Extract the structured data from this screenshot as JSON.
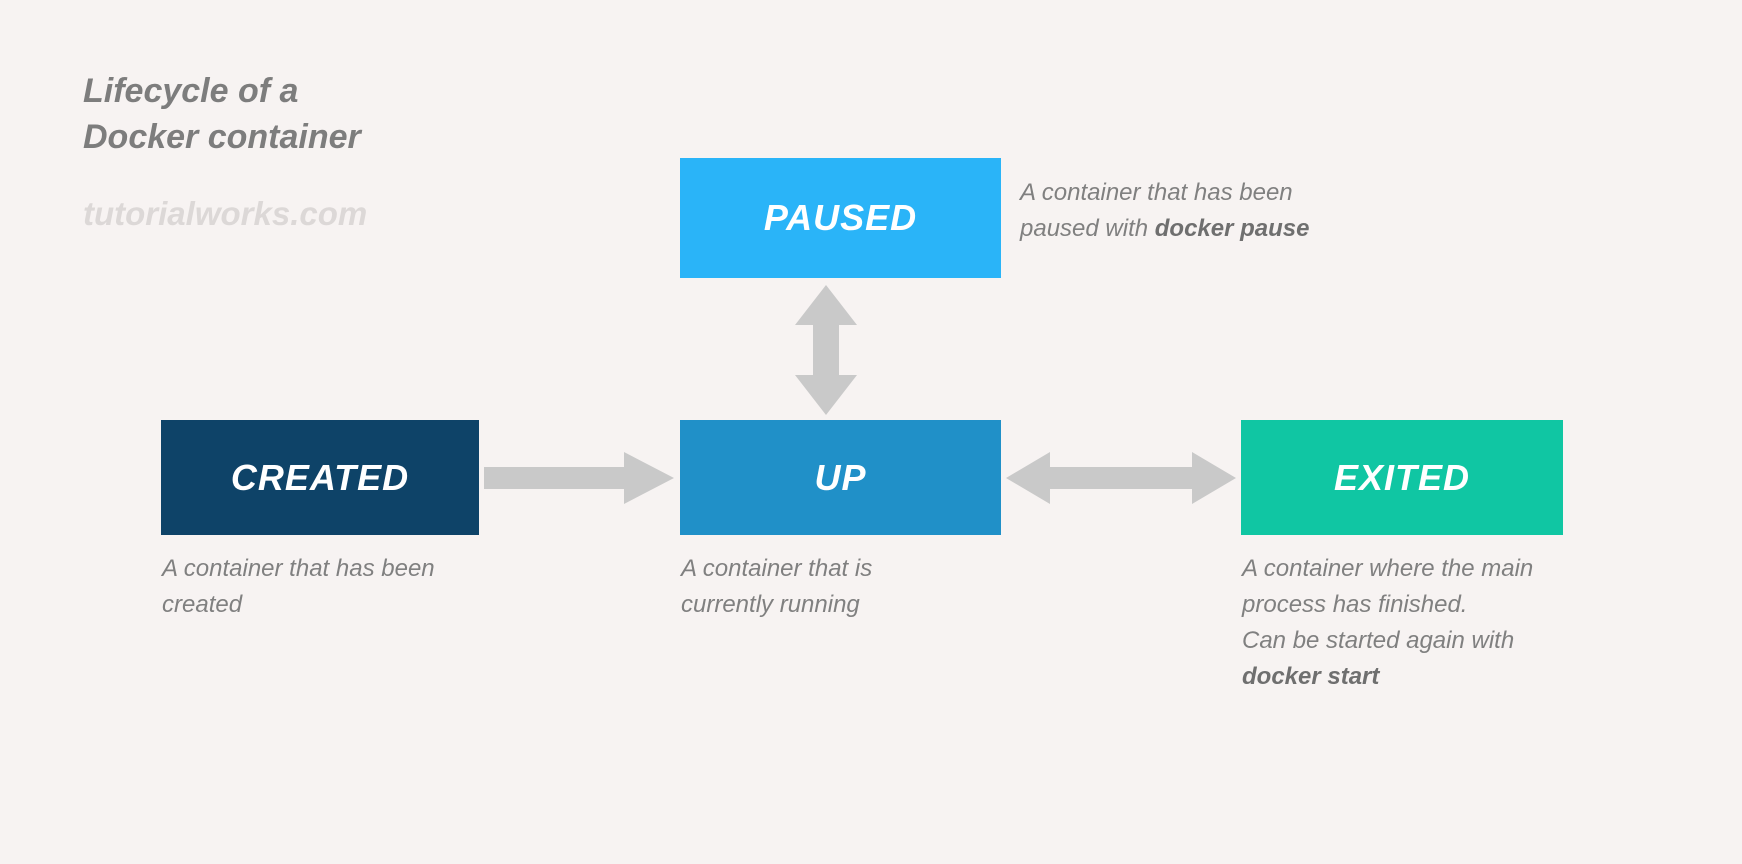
{
  "diagram": {
    "title": "Lifecycle of a\nDocker container",
    "watermark": "tutorialworks.com",
    "background_color": "#f7f3f2",
    "arrow_color": "#c9c9c9",
    "text_color": "#808080"
  },
  "states": {
    "created": {
      "label": "CREATED",
      "color": "#0e4368",
      "description": "A container that has been\ncreated"
    },
    "up": {
      "label": "UP",
      "color": "#2090c8",
      "description": "A container that is\ncurrently running"
    },
    "paused": {
      "label": "PAUSED",
      "color": "#2ab4f8",
      "description_plain": "A container that has been\npaused with ",
      "description_command": "docker pause"
    },
    "exited": {
      "label": "EXITED",
      "color": "#10c6a3",
      "description_plain": "A container where the main\nprocess has finished.\nCan be started again with\n",
      "description_command": "docker start"
    }
  },
  "transitions": [
    {
      "name": "created-to-up",
      "from": "CREATED",
      "to": "UP",
      "direction": "one-way"
    },
    {
      "name": "up-to-exited",
      "from": "UP",
      "to": "EXITED",
      "direction": "two-way"
    },
    {
      "name": "paused-to-up",
      "from": "PAUSED",
      "to": "UP",
      "direction": "two-way"
    }
  ]
}
